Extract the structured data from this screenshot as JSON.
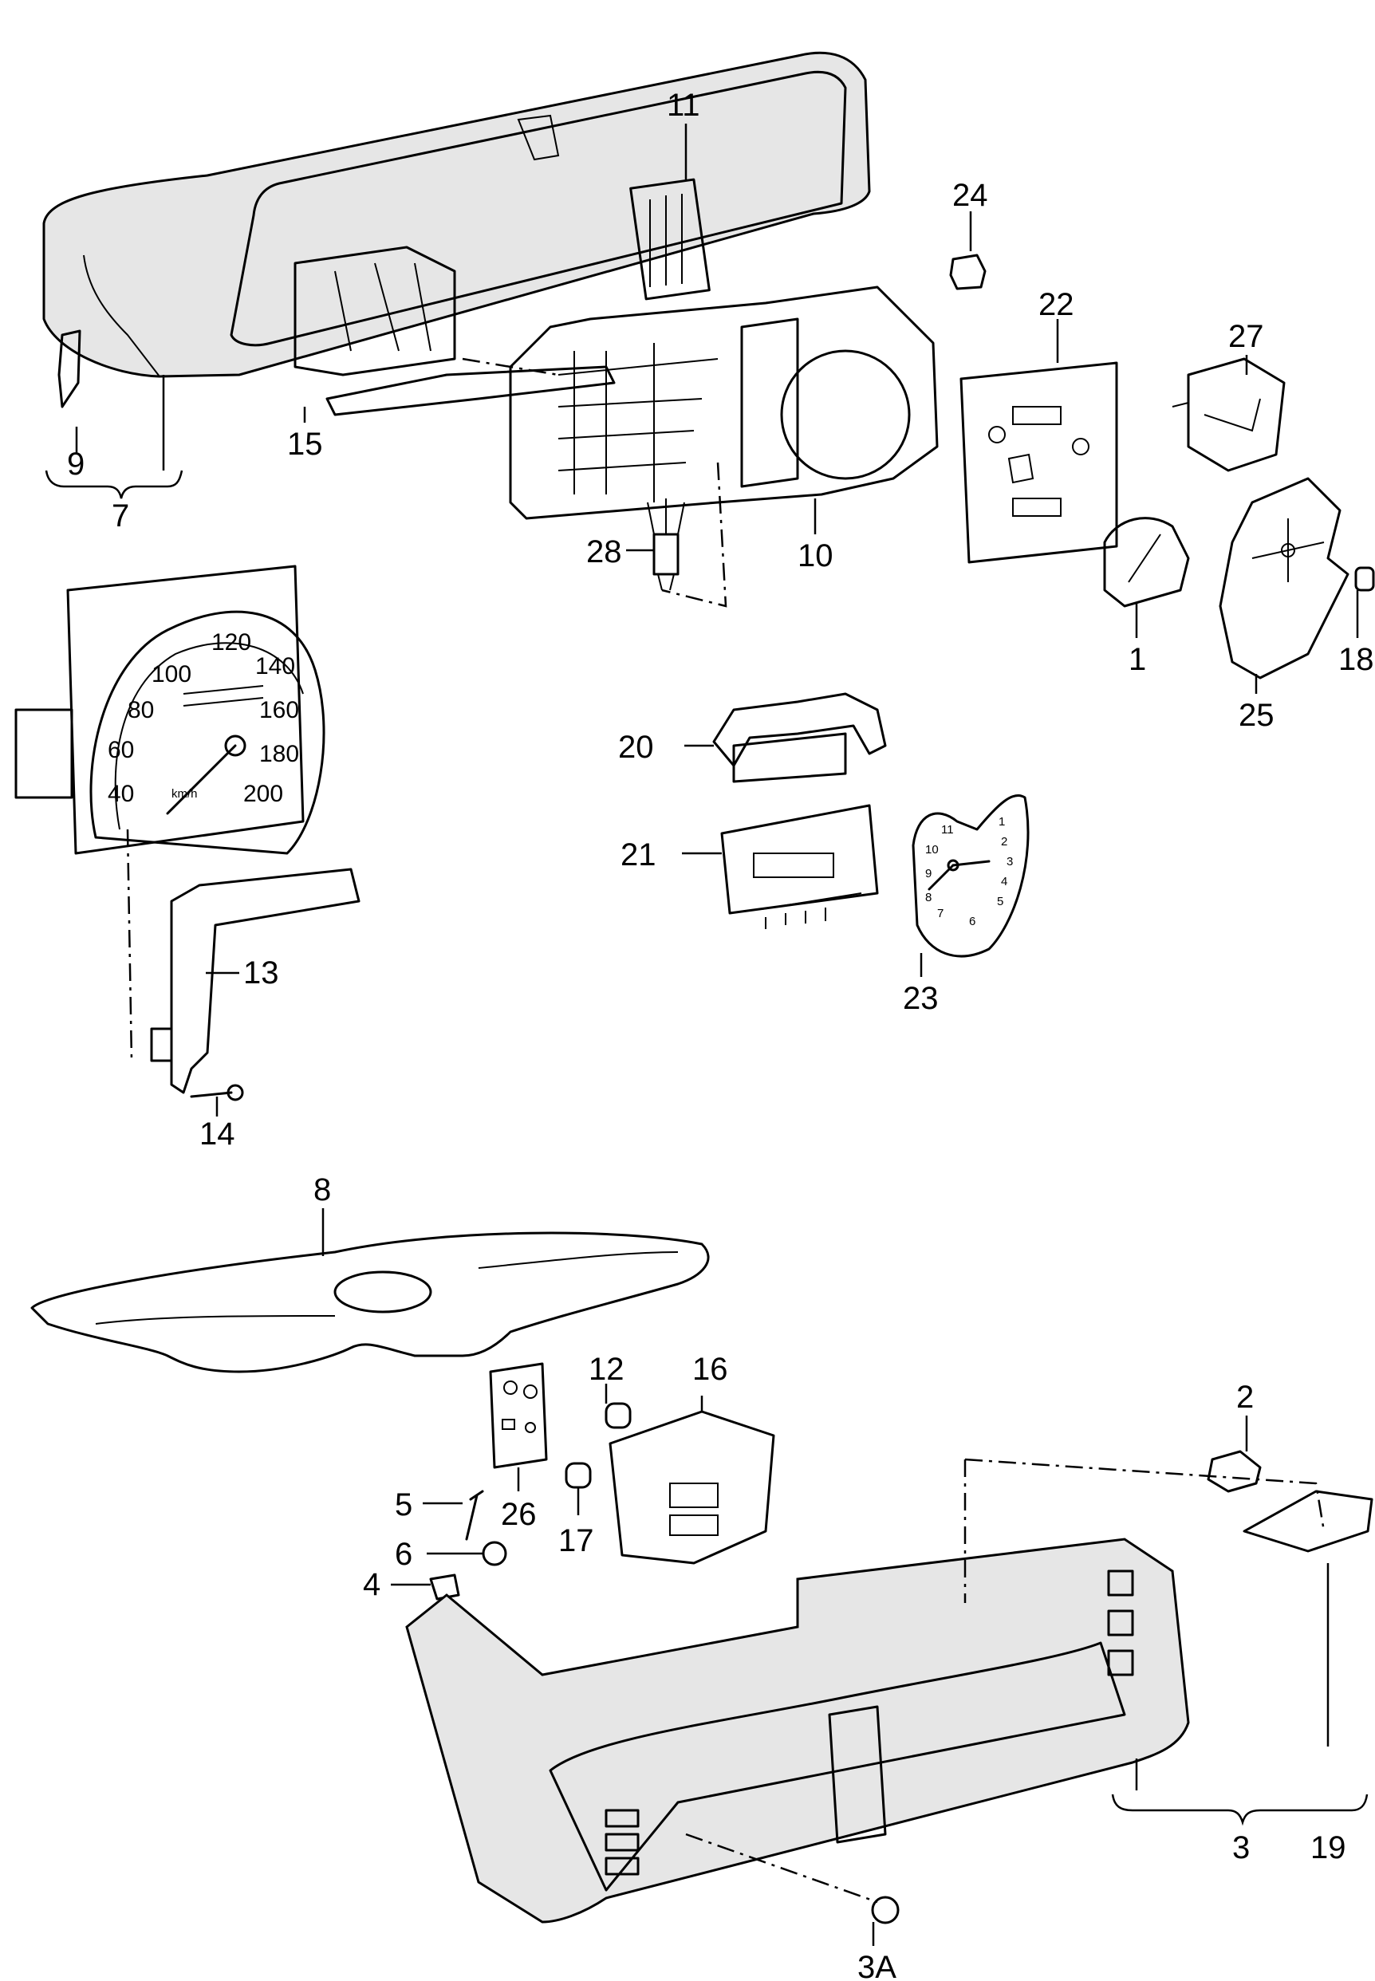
{
  "labels": {
    "l1": "1",
    "l2": "2",
    "l3": "3",
    "l3a": "3A",
    "l4": "4",
    "l5": "5",
    "l6": "6",
    "l7": "7",
    "l8": "8",
    "l9": "9",
    "l10": "10",
    "l11": "11",
    "l12": "12",
    "l13": "13",
    "l14": "14",
    "l15": "15",
    "l16": "16",
    "l17": "17",
    "l18": "18",
    "l19": "19",
    "l20": "20",
    "l21": "21",
    "l22": "22",
    "l23": "23",
    "l24": "24",
    "l25": "25",
    "l26": "26",
    "l27": "27",
    "l28": "28"
  },
  "speedometer": {
    "scale": [
      "40",
      "60",
      "80",
      "100",
      "120",
      "140",
      "160",
      "180",
      "200"
    ],
    "unit": "km/h"
  },
  "clock": {
    "numerals": [
      "1",
      "2",
      "3",
      "4",
      "5",
      "6",
      "7",
      "8",
      "9",
      "10",
      "11"
    ]
  }
}
